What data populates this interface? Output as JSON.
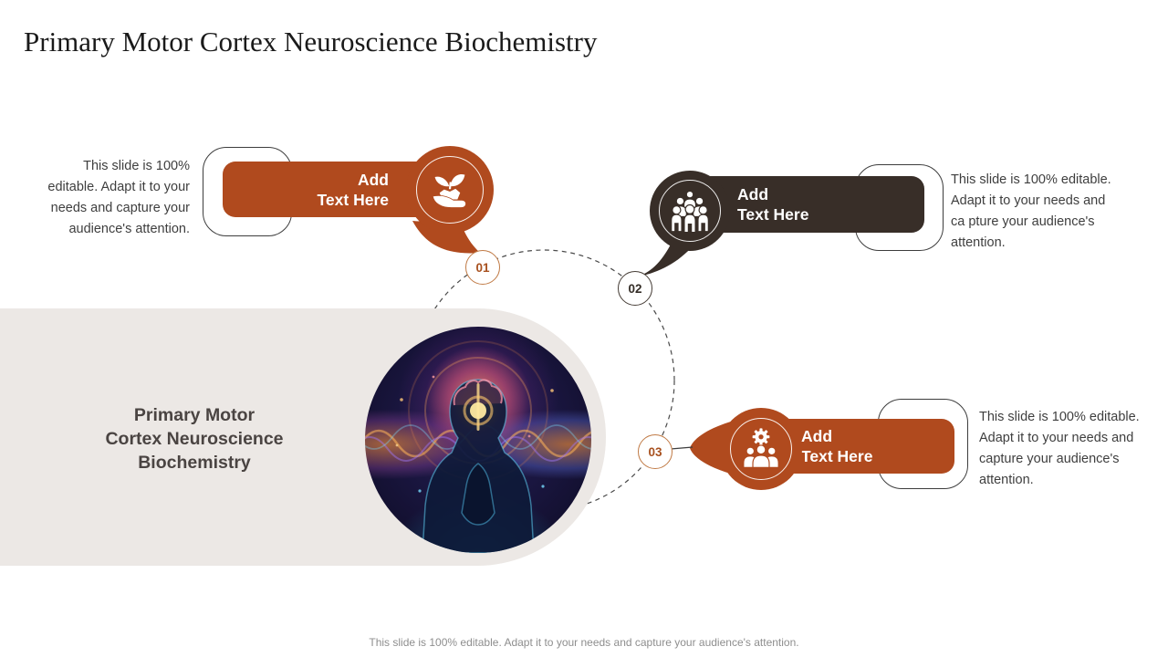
{
  "title": "Primary Motor Cortex Neuroscience Biochemistry",
  "center": {
    "heading_lines": [
      "Primary Motor",
      "Cortex Neuroscience",
      "Biochemistry"
    ]
  },
  "callouts": [
    {
      "number": "01",
      "label_line1": "Add",
      "label_line2": "Text Here",
      "icon": "hand-holding-plant",
      "description": "This slide is 100% editable. Adapt it to your needs and capture your audience's attention.",
      "accent_color": "#B04A1E"
    },
    {
      "number": "02",
      "label_line1": "Add",
      "label_line2": "Text Here",
      "icon": "people-group",
      "description": "This slide is 100% editable. Adapt it to your needs and ca pture your audience's attention.",
      "accent_color": "#382E28"
    },
    {
      "number": "03",
      "label_line1": "Add",
      "label_line2": "Text Here",
      "icon": "team-gear",
      "description": "This slide is 100% editable. Adapt it to your needs and capture your audience's attention.",
      "accent_color": "#B04A1E"
    }
  ],
  "footer": "This slide is 100% editable. Adapt it to your needs and capture your audience's attention.",
  "colors": {
    "orange": "#B04A1E",
    "dark_brown": "#382E28",
    "panel_grey": "#ECE8E5"
  }
}
